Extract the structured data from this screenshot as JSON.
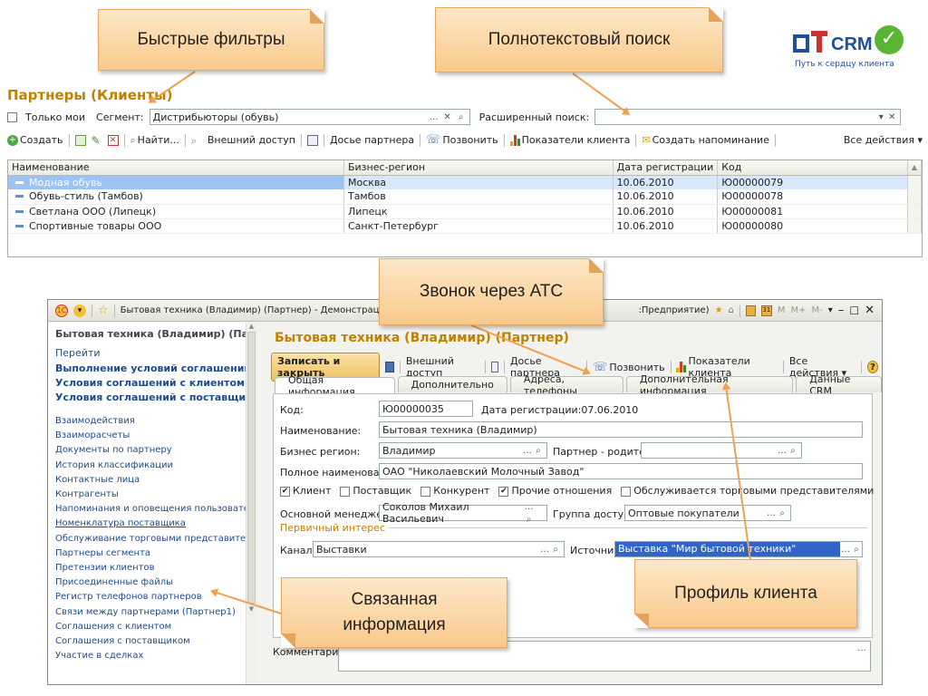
{
  "callouts": {
    "quick_filters": "Быстрые фильтры",
    "fulltext": "Полнотекстовый поиск",
    "pbx_call": "Звонок через АТС",
    "related_info": "Связанная информация",
    "client_profile": "Профиль клиента"
  },
  "logo": {
    "brand": "CRM",
    "tagline": "Путь к сердцу клиента"
  },
  "list": {
    "title": "Партнеры (Клиенты)",
    "only_mine": "Только мои",
    "segment_label": "Сегмент:",
    "segment_value": "Дистрибьюторы (обувь)",
    "ext_search_label": "Расширенный поиск:",
    "toolbar": {
      "create": "Создать",
      "find": "Найти...",
      "external_access": "Внешний доступ",
      "partner_dossier": "Досье партнера",
      "call": "Позвонить",
      "client_metrics": "Показатели клиента",
      "create_reminder": "Создать напоминание",
      "all_actions": "Все действия"
    },
    "columns": [
      "Наименование",
      "Бизнес-регион",
      "Дата регистрации",
      "Код"
    ],
    "rows": [
      [
        "Модная обувь",
        "Москва",
        "10.06.2010",
        "Ю00000079"
      ],
      [
        "Обувь-стиль (Тамбов)",
        "Тамбов",
        "10.06.2010",
        "Ю00000078"
      ],
      [
        "Светлана ООО (Липецк)",
        "Липецк",
        "10.06.2010",
        "Ю00000081"
      ],
      [
        "Спортивные товары ООО",
        "Санкт-Петербург",
        "10.06.2010",
        "Ю00000080"
      ]
    ]
  },
  "window": {
    "caption_left": "Бытовая техника (Владимир) (Партнер) - Демонстрационная",
    "caption_right": ":Предприятие)",
    "caption_m": "M",
    "caption_mplus": "M+",
    "caption_mminus": "M-",
    "nav": {
      "header": "Бытовая техника (Владимир) (Пар...",
      "goto": "Перейти",
      "bold_items": [
        "Выполнение условий соглашений",
        "Условия соглашений с клиентом",
        "Условия соглашений с поставщик..."
      ],
      "items": [
        "Взаимодействия",
        "Взаиморасчеты",
        "Документы по партнеру",
        "История классификации",
        "Контактные лица",
        "Контрагенты",
        "Напоминания и оповещения пользовате...",
        "Номенклатура поставщика",
        "Обслуживание торговыми представител...",
        "Партнеры сегмента",
        "Претензии клиентов",
        "Присоединенные файлы",
        "Регистр телефонов партнеров",
        "Связи между партнерами (Партнер1)",
        "Соглашения с клиентом",
        "Соглашения с поставщиком",
        "Участие в сделках"
      ]
    },
    "form": {
      "title": "Бытовая техника (Владимир) (Партнер)",
      "toolbar": {
        "save_close": "Записать и закрыть",
        "external_access": "Внешний доступ",
        "partner_dossier": "Досье партнера",
        "call": "Позвонить",
        "client_metrics": "Показатели клиента",
        "all_actions": "Все действия"
      },
      "tabs": [
        "Общая информация",
        "Дополнительно",
        "Адреса, телефоны",
        "Дополнительная информация",
        "Данные CRM"
      ],
      "code_label": "Код:",
      "code_value": "Ю00000035",
      "reg_date": "Дата регистрации:07.06.2010",
      "name_label": "Наименование:",
      "name_value": "Бытовая техника (Владимир)",
      "region_label": "Бизнес регион:",
      "region_value": "Владимир",
      "parent_label": "Партнер - родитель:",
      "fullname_label": "Полное наименование:",
      "fullname_value": "ОАО \"Николаевский Молочный Завод\"",
      "checks": {
        "client": "Клиент",
        "supplier": "Поставщик",
        "competitor": "Конкурент",
        "other": "Прочие отношения",
        "served": "Обслуживается торговыми представителями"
      },
      "manager_label": "Основной менеджер:",
      "manager_value": "Соколов Михаил Васильевич",
      "group_label": "Группа доступа:",
      "group_value": "Оптовые покупатели",
      "primary_interest": "Первичный интерес",
      "channel_label": "Канал:",
      "channel_value": "Выставки",
      "source_label": "Источник:",
      "source_value": "Выставка \"Мир бытовой техники\"",
      "comment_label": "Комментарий:"
    }
  }
}
